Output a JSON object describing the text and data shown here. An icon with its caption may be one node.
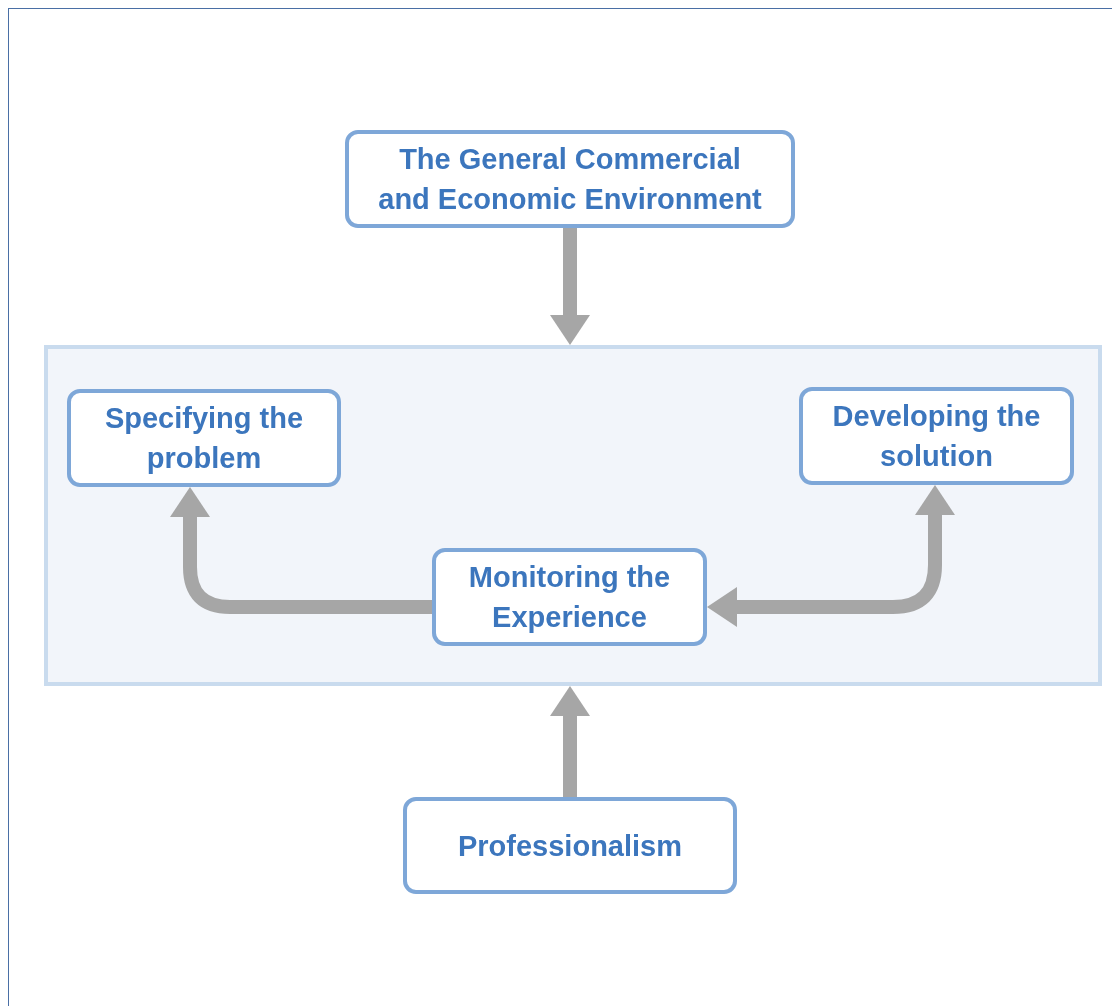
{
  "diagram": {
    "nodes": [
      {
        "text": [
          "The General Commercial and Economic Environment"
        ]
      },
      {
        "text": [],
        "shape": "box"
      },
      {
        "text": [
          "Specifying the problem"
        ],
        "in": 1
      },
      {
        "text": [
          "Developing the solution"
        ],
        "in": 1
      },
      {
        "text": [
          "Monitoring the Experience"
        ],
        "in": 1
      },
      {
        "text": [
          "Professionalism"
        ]
      }
    ],
    "edges": [
      {
        "from": 0,
        "to": 1,
        "arrow": "to"
      },
      {
        "from": 4,
        "to": 2,
        "arrow": "to"
      },
      {
        "from": 3,
        "to": 4,
        "arrow": "both"
      },
      {
        "from": 5,
        "to": 1,
        "arrow": "to"
      }
    ]
  }
}
